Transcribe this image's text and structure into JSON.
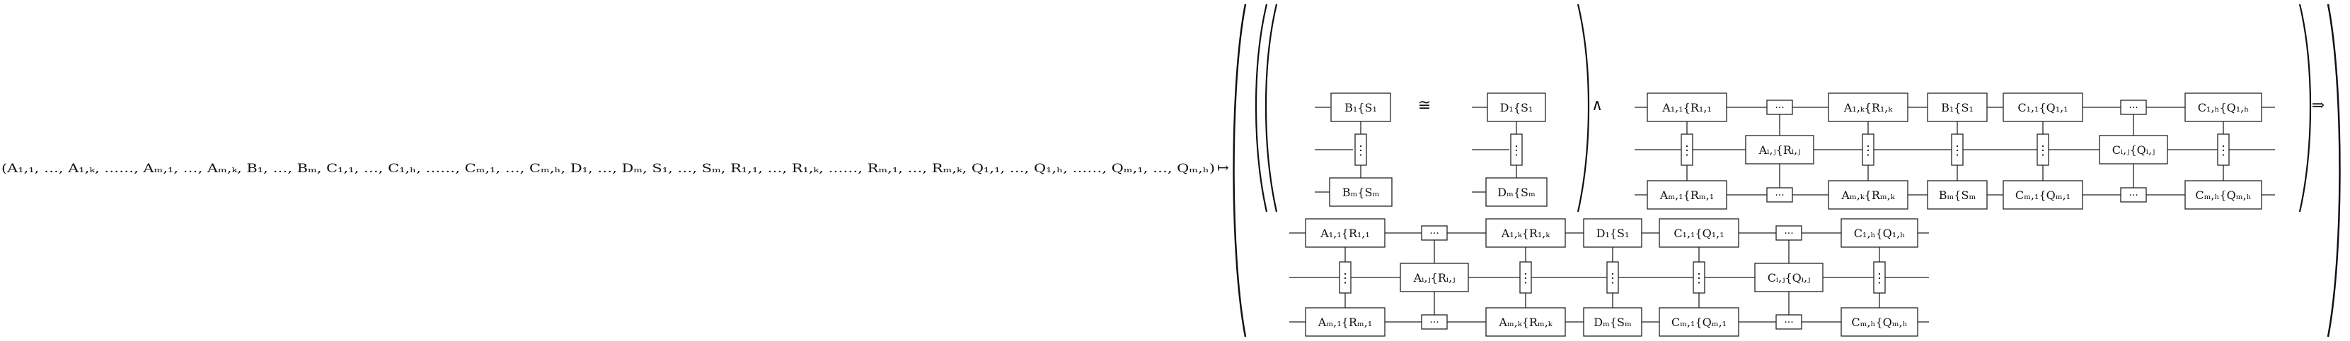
{
  "formula": {
    "lhs": "(A₁,₁, …, A₁,ₖ, ……, Aₘ,₁, …, Aₘ,ₖ, B₁, …, Bₘ, C₁,₁, …, C₁,ₕ, ……, Cₘ,₁, …, Cₘ,ₕ, D₁, …, Dₘ, S₁, …, Sₘ, R₁,₁, …, R₁,ₖ, ……, Rₘ,₁, …, Rₘ,ₖ, Q₁,₁, …, Q₁,ₕ, ……, Qₘ,₁, …, Qₘ,ₕ)",
    "maps_to": "↦",
    "iso": "≅",
    "and": "∧",
    "implies": "⇒"
  },
  "ellipsis": "···",
  "vdots": "⋮",
  "boxes": {
    "b1": "B₁{S₁",
    "bm": "Bₘ{Sₘ",
    "d1": "D₁{S₁",
    "dm": "Dₘ{Sₘ",
    "a11": "A₁,₁{R₁,₁",
    "a1k": "A₁,ₖ{R₁,ₖ",
    "aij": "Aᵢ,ⱼ{Rᵢ,ⱼ",
    "am1": "Aₘ,₁{Rₘ,₁",
    "amk": "Aₘ,ₖ{Rₘ,ₖ",
    "c11": "C₁,₁{Q₁,₁",
    "c1h": "C₁,ₕ{Q₁,ₕ",
    "cij": "Cᵢ,ⱼ{Qᵢ,ⱼ",
    "cm1": "Cₘ,₁{Qₘ,₁",
    "cmh": "Cₘ,ₕ{Qₘ,ₕ"
  }
}
